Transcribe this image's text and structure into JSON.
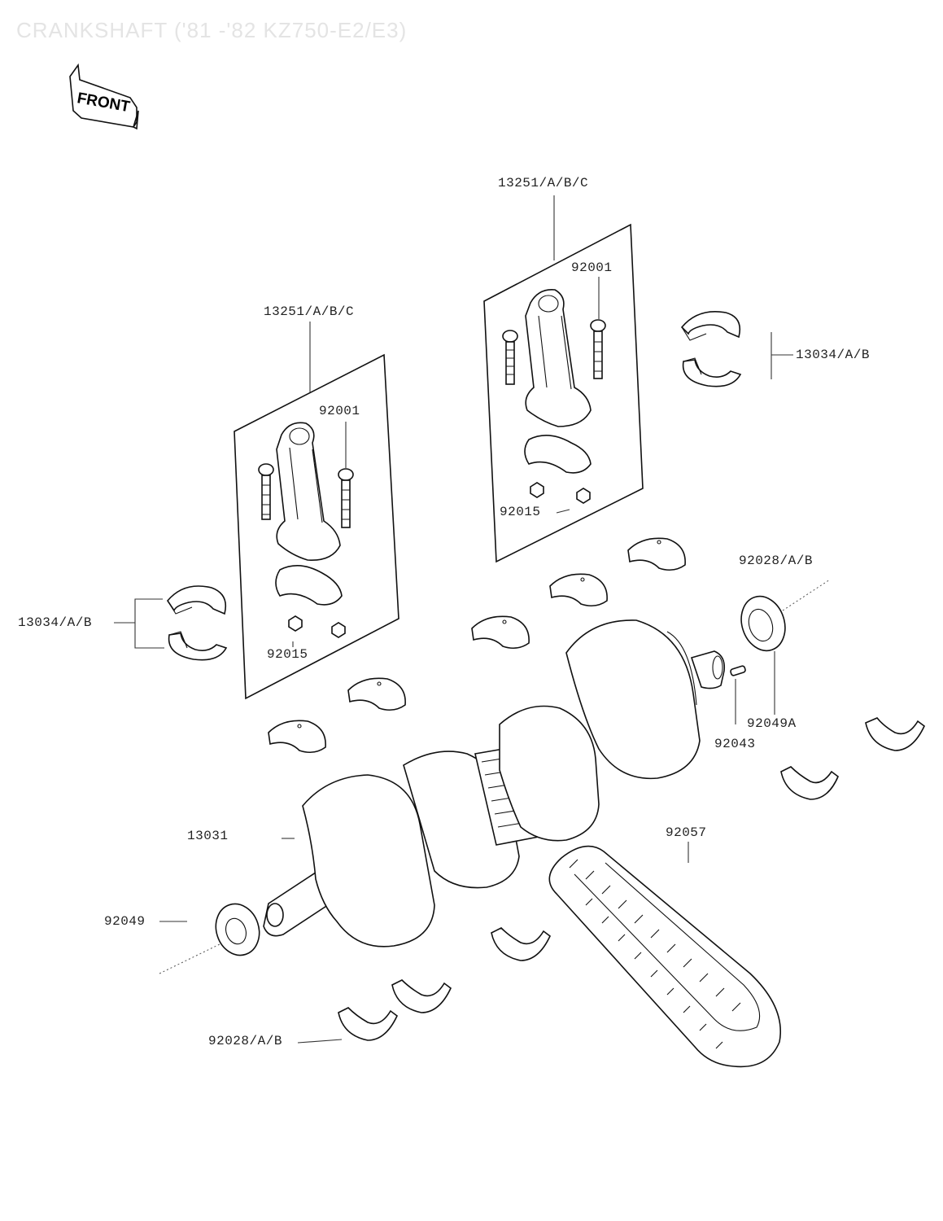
{
  "title": "CRANKSHAFT ('81 -'82 KZ750-E2/E3)",
  "front_badge": "FRONT",
  "part_labels": {
    "conrod_assy_right": "13251/A/B/C",
    "bolt_right": "92001",
    "nut_right": "92015",
    "bearing_conrod_right": "13034/A/B",
    "conrod_assy_left": "13251/A/B/C",
    "bolt_left": "92001",
    "nut_left": "92015",
    "bearing_conrod_left": "13034/A/B",
    "bearing_main_upper": "92028/A/B",
    "oil_seal_right": "92049A",
    "woodruff_key": "92043",
    "crankshaft": "13031",
    "chain": "92057",
    "oil_seal_left": "92049",
    "bearing_main_lower": "92028/A/B"
  }
}
